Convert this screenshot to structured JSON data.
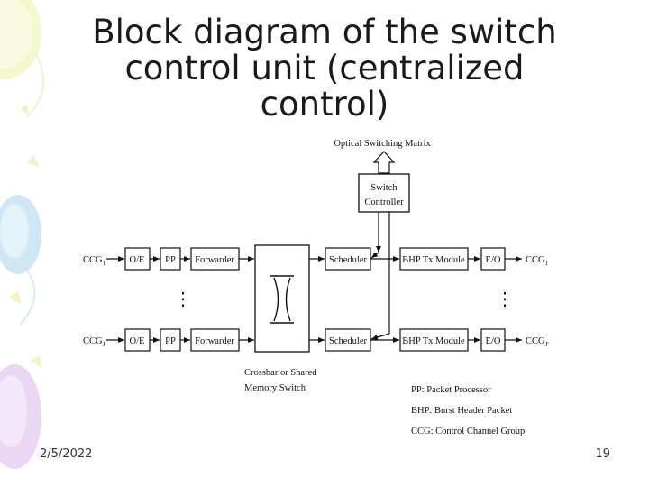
{
  "slide": {
    "title_lines": [
      "Block diagram of the switch",
      "control unit (centralized",
      "control)"
    ],
    "date": "2/5/2022",
    "page_number": "19"
  },
  "diagram": {
    "top_label": "Optical Switching Matrix",
    "controller_line1": "Switch",
    "controller_line2": "Controller",
    "row_top": {
      "in_label": "CCG",
      "in_sub": "1",
      "oe": "O/E",
      "pp": "PP",
      "forwarder": "Forwarder",
      "scheduler": "Scheduler",
      "bhp": "BHP Tx Module",
      "eo": "E/O",
      "out_label": "CCG",
      "out_sub": "1"
    },
    "row_bottom": {
      "in_label": "CCG",
      "in_sub": "J",
      "oe": "O/E",
      "pp": "PP",
      "forwarder": "Forwarder",
      "scheduler": "Scheduler",
      "bhp": "BHP Tx Module",
      "eo": "E/O",
      "out_label": "CCG",
      "out_sub": "J'"
    },
    "ellipsis": "⋮",
    "crossbar_line1": "Crossbar or Shared",
    "crossbar_line2": "Memory Switch",
    "legend": [
      "PP: Packet Processor",
      "BHP: Burst Header Packet",
      "CCG: Control Channel Group"
    ]
  }
}
